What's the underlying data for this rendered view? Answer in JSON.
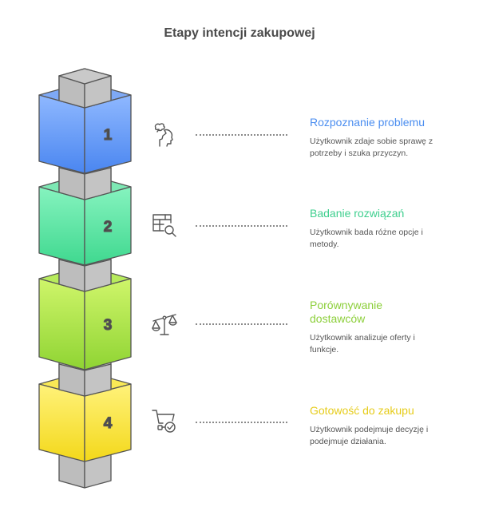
{
  "title": "Etapy intencji zakupowej",
  "stages": [
    {
      "number": "1",
      "title": "Rozpoznanie problemu",
      "description": "Użytkownik zdaje sobie sprawę z potrzeby i szuka przyczyn.",
      "icon": "head-brain-icon",
      "color": "#4a8df0"
    },
    {
      "number": "2",
      "title": "Badanie rozwiązań",
      "description": "Użytkownik bada różne opcje i metody.",
      "icon": "table-search-icon",
      "color": "#3ecf8e"
    },
    {
      "number": "3",
      "title": "Porównywanie dostawców",
      "description": "Użytkownik analizuje oferty i funkcje.",
      "icon": "scales-icon",
      "color": "#8ccf3a"
    },
    {
      "number": "4",
      "title": "Gotowość do zakupu",
      "description": "Użytkownik podejmuje decyzję i podejmuje działania.",
      "icon": "cart-check-icon",
      "color": "#e8cf1a"
    }
  ]
}
